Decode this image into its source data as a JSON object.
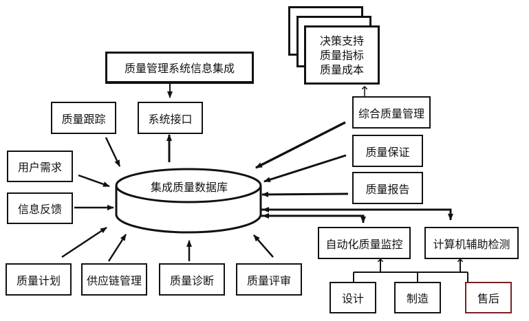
{
  "diagram": {
    "central_database": "集成质量数据库",
    "top_header": "质量管理系统信息集成",
    "system_interface": "系统接口",
    "quality_tracking": "质量跟踪",
    "left_inputs": [
      "用户需求",
      "信息反馈"
    ],
    "bottom_inputs": [
      "质量计划",
      "供应链管理",
      "质量诊断",
      "质量评审"
    ],
    "stacked_outputs": [
      "决策支持",
      "质量指标",
      "质量成本"
    ],
    "right_inputs": [
      "综合质量管理",
      "质量保证",
      "质量报告"
    ],
    "monitoring": [
      "自动化质量监控",
      "计算机辅助检测"
    ],
    "lifecycle": [
      "设计",
      "制造",
      "售后"
    ]
  }
}
